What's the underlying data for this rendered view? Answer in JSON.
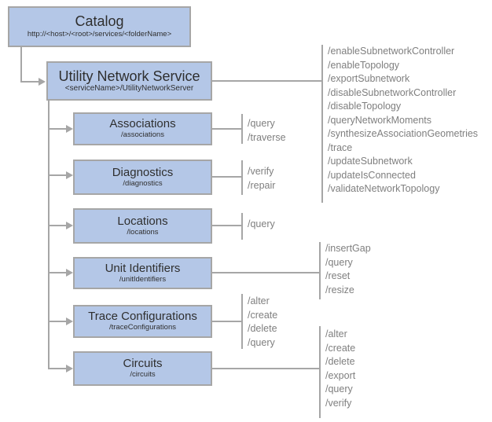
{
  "catalog": {
    "title": "Catalog",
    "subtitle": "http://<host>/<root>/services/<folderName>"
  },
  "service": {
    "title": "Utility Network Service",
    "subtitle": "<serviceName>/UtilityNetworkServer",
    "operations": [
      "/enableSubnetworkController",
      "/enableTopology",
      "/exportSubnetwork",
      "/disableSubnetworkController",
      "/disableTopology",
      "/queryNetworkMoments",
      "/synthesizeAssociationGeometries",
      "/trace",
      "/updateSubnetwork",
      "/updateIsConnected",
      "/validateNetworkTopology"
    ]
  },
  "children": [
    {
      "title": "Associations",
      "subtitle": "/associations",
      "operations": [
        "/query",
        "/traverse"
      ]
    },
    {
      "title": "Diagnostics",
      "subtitle": "/diagnostics",
      "operations": [
        "/verify",
        "/repair"
      ]
    },
    {
      "title": "Locations",
      "subtitle": "/locations",
      "operations": [
        "/query"
      ]
    },
    {
      "title": "Unit Identifiers",
      "subtitle": "/unitIdentifiers",
      "operations": [
        "/insertGap",
        "/query",
        "/reset",
        "/resize"
      ]
    },
    {
      "title": "Trace Configurations",
      "subtitle": "/traceConfigurations",
      "operations": [
        "/alter",
        "/create",
        "/delete",
        "/query"
      ]
    },
    {
      "title": "Circuits",
      "subtitle": "/circuits",
      "operations": [
        "/alter",
        "/create",
        "/delete",
        "/export",
        "/query",
        "/verify"
      ]
    }
  ],
  "colors": {
    "box_fill": "#b4c7e7",
    "box_border": "#a6a6a6",
    "connector_line": "#a6a6a6",
    "operations_text": "#7f7f7f",
    "title_text": "#2f2f2f"
  }
}
